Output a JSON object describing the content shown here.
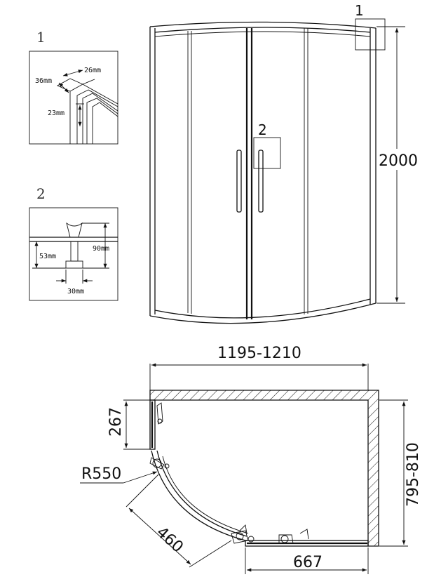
{
  "detail_1": {
    "number": "1",
    "dim_width": "26mm",
    "dim_depth": "36mm",
    "dim_height": "23mm"
  },
  "detail_2": {
    "number": "2",
    "dim_height_total": "90mm",
    "dim_height_lower": "53mm",
    "dim_width": "30mm"
  },
  "elevation": {
    "callout_1": "1",
    "callout_2": "2",
    "height": "2000"
  },
  "plan": {
    "width": "1195-1210",
    "depth": "795-810",
    "fixed_panel": "267",
    "radius": "R550",
    "opening": "460",
    "front_panel": "667"
  }
}
